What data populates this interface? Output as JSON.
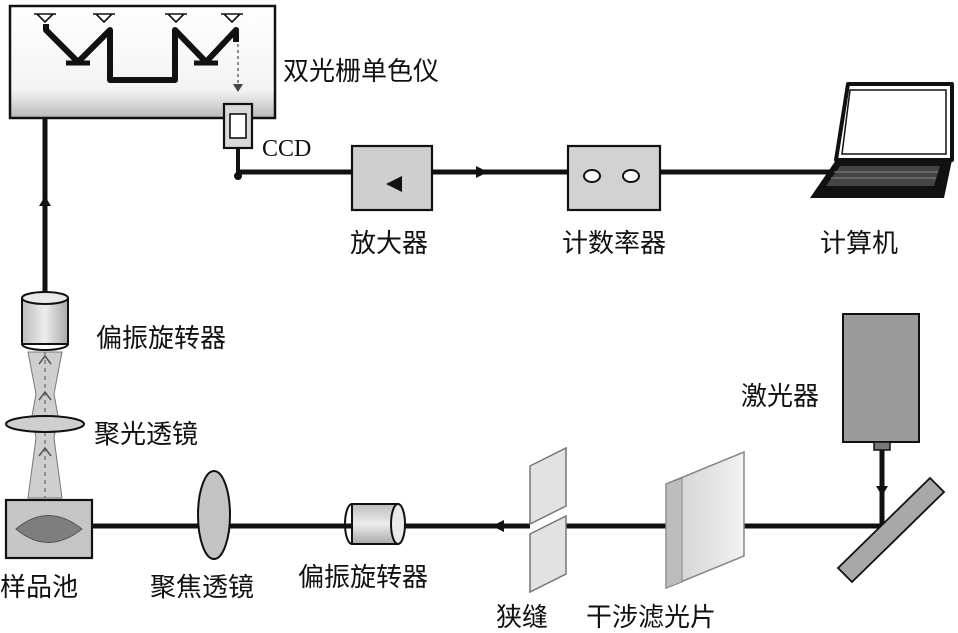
{
  "labels": {
    "monochromator": "双光栅单色仪",
    "ccd": "CCD",
    "amplifier": "放大器",
    "counter": "计数率器",
    "computer": "计算机",
    "polarization_rotator_top": "偏振旋转器",
    "collecting_lens": "聚光透镜",
    "laser": "激光器",
    "sample_cell": "样品池",
    "focusing_lens": "聚焦透镜",
    "polarization_rotator_bottom": "偏振旋转器",
    "slit": "狭缝",
    "interference_filter": "干涉滤光片"
  },
  "colors": {
    "line": "#111111",
    "box_fill": "#d4d4d4",
    "box_dark": "#9a9a9a",
    "mono_fill": "#f4f4f4"
  }
}
